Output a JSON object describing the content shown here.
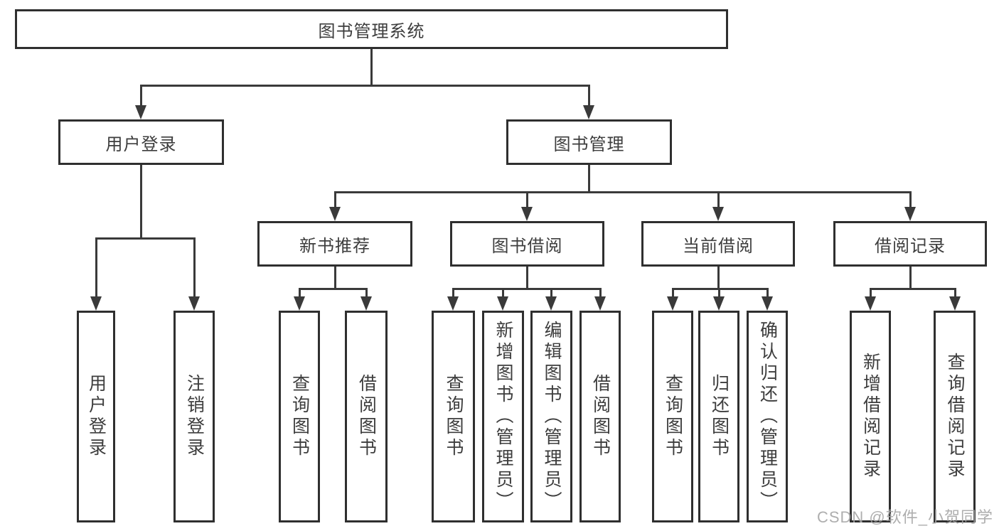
{
  "colors": {
    "box_border": "#2f2f2f",
    "connector": "#3a3a3a",
    "text": "#3d3d3d",
    "watermark_text": "#a5a5a5"
  },
  "tree": {
    "root": {
      "label": "图书管理系统",
      "children": [
        {
          "label": "用户登录",
          "children": [
            {
              "label": "用户登录"
            },
            {
              "label": "注销登录"
            }
          ]
        },
        {
          "label": "图书管理",
          "children": [
            {
              "label": "新书推荐",
              "children": [
                {
                  "label": "查询图书"
                },
                {
                  "label": "借阅图书"
                }
              ]
            },
            {
              "label": "图书借阅",
              "children": [
                {
                  "label": "查询图书"
                },
                {
                  "label": "新增图书（管理员）"
                },
                {
                  "label": "编辑图书（管理员）"
                },
                {
                  "label": "借阅图书"
                }
              ]
            },
            {
              "label": "当前借阅",
              "children": [
                {
                  "label": "查询图书"
                },
                {
                  "label": "归还图书"
                },
                {
                  "label": "确认归还（管理员）"
                }
              ]
            },
            {
              "label": "借阅记录",
              "children": [
                {
                  "label": "新增借阅记录"
                },
                {
                  "label": "查询借阅记录"
                }
              ]
            }
          ]
        }
      ]
    }
  },
  "watermark": {
    "text": "CSDN @软件_小贺同学"
  }
}
